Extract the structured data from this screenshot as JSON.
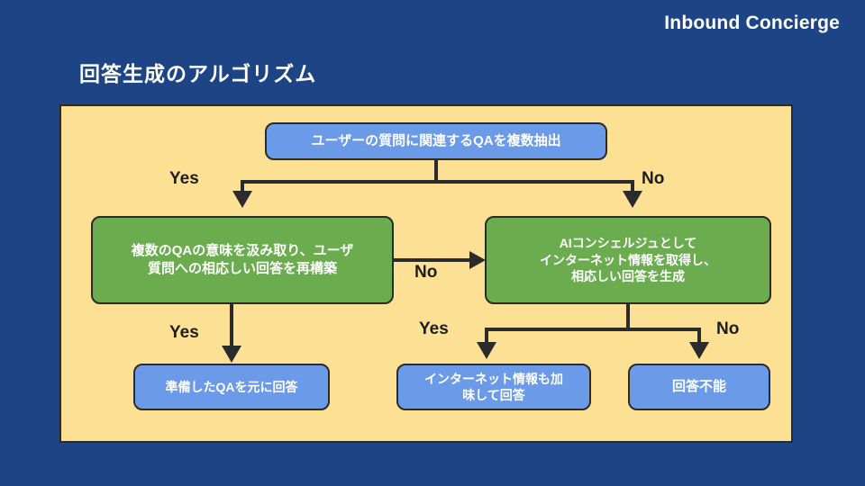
{
  "brand": "Inbound Concierge",
  "slide": {
    "title": "回答生成のアルゴリズム"
  },
  "colors": {
    "background": "#1d4586",
    "panel": "#fce194",
    "decision_box": "#6aac4e",
    "process_box": "#6b9ae8",
    "line": "#2b2b2b",
    "text_on_box": "#ffffff"
  },
  "flow": {
    "nodes": {
      "start": {
        "id": "start",
        "type": "process",
        "color": "blue",
        "lines": [
          "ユーザーの質問に関連するQAを複数抽出"
        ]
      },
      "rebuild": {
        "id": "rebuild",
        "type": "decision",
        "color": "green",
        "lines": [
          "複数のQAの意味を汲み取り、ユーザ",
          "質問への相応しい回答を再構築"
        ]
      },
      "ai_concierge": {
        "id": "ai_concierge",
        "type": "decision",
        "color": "green",
        "lines": [
          "AIコンシェルジュとして",
          "インターネット情報を取得し、",
          "相応しい回答を生成"
        ]
      },
      "qa_answer": {
        "id": "qa_answer",
        "type": "process",
        "color": "blue",
        "lines": [
          "準備したQAを元に回答"
        ]
      },
      "net_answer": {
        "id": "net_answer",
        "type": "process",
        "color": "blue",
        "lines": [
          "インターネット情報も加",
          "味して回答"
        ]
      },
      "no_answer": {
        "id": "no_answer",
        "type": "process",
        "color": "blue",
        "lines": [
          "回答不能"
        ]
      }
    },
    "edge_labels": {
      "start_yes": "Yes",
      "start_no": "No",
      "rebuild_to_ai_no": "No",
      "rebuild_yes": "Yes",
      "ai_yes": "Yes",
      "ai_no": "No"
    }
  }
}
